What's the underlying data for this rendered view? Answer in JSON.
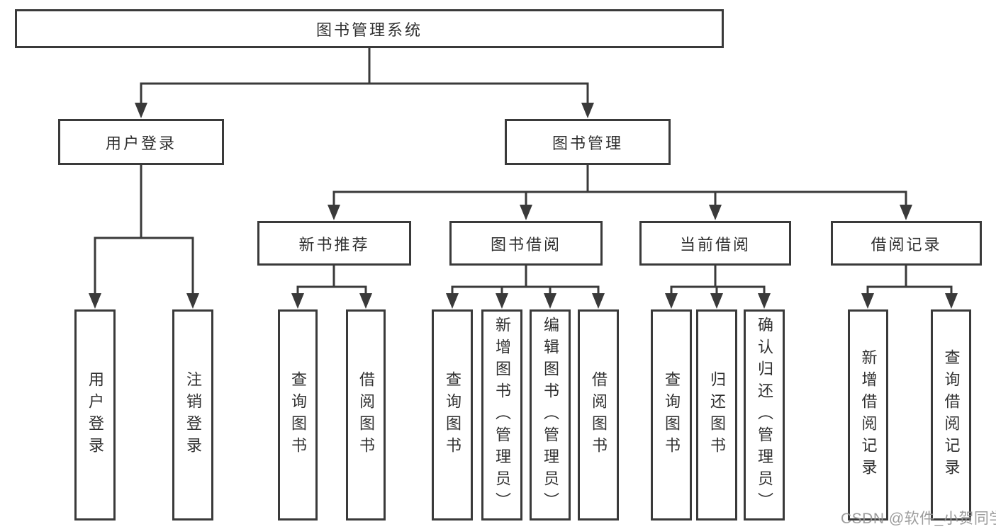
{
  "page": {
    "background": "#ffffff"
  },
  "colors": {
    "line": "#3a3a3a",
    "box_border": "#3a3a3a",
    "box_background": "#ffffff",
    "text": "#303030",
    "watermark": "#949494"
  },
  "watermark": {
    "text": "CSDN @软件_小贺同学"
  },
  "tree": {
    "root": {
      "label": "图书管理系统"
    },
    "branches": [
      {
        "label": "用户登录",
        "children": [
          {
            "label": "用户登录"
          },
          {
            "label": "注销登录"
          }
        ]
      },
      {
        "label": "图书管理",
        "children": [
          {
            "label": "新书推荐",
            "children": [
              {
                "label": "查询图书"
              },
              {
                "label": "借阅图书"
              }
            ]
          },
          {
            "label": "图书借阅",
            "children": [
              {
                "label": "查询图书"
              },
              {
                "label": "新增图书（管理员）"
              },
              {
                "label": "编辑图书（管理员）"
              },
              {
                "label": "借阅图书"
              }
            ]
          },
          {
            "label": "当前借阅",
            "children": [
              {
                "label": "查询图书"
              },
              {
                "label": "归还图书"
              },
              {
                "label": "确认归还（管理员）"
              }
            ]
          },
          {
            "label": "借阅记录",
            "children": [
              {
                "label": "新增借阅记录"
              },
              {
                "label": "查询借阅记录"
              }
            ]
          }
        ]
      }
    ]
  }
}
